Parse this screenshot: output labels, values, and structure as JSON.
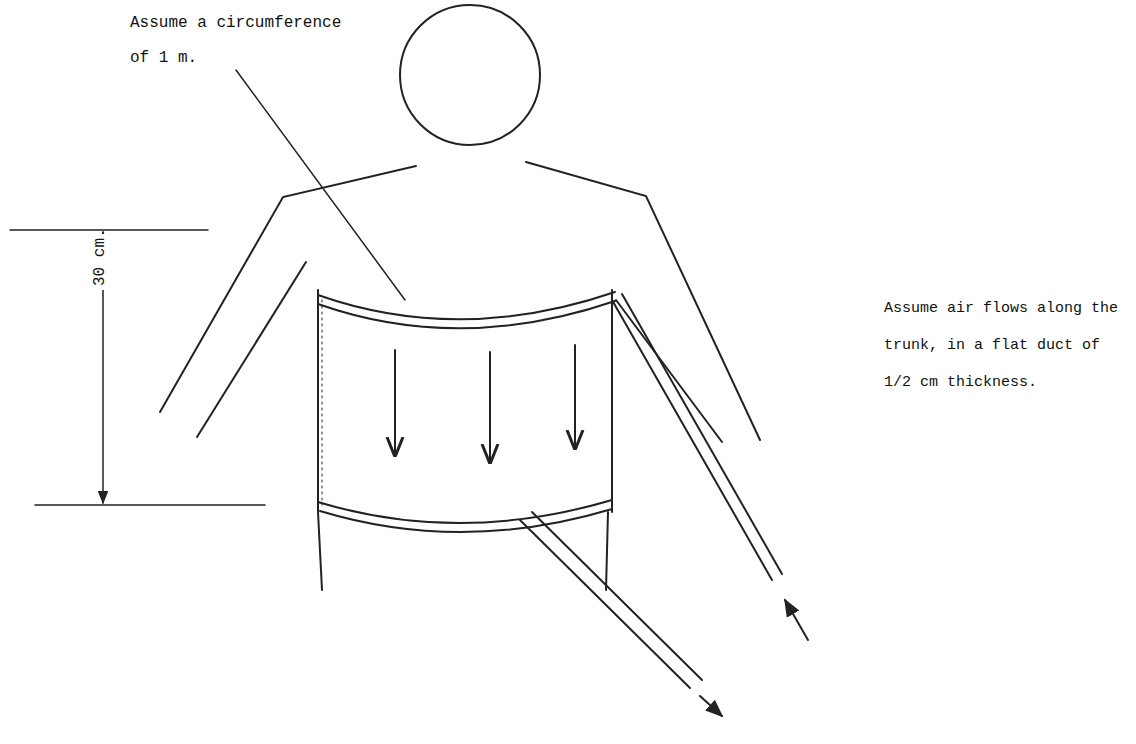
{
  "diagram": {
    "labels": [
      "Assume a circumference of 1 m.",
      "30 cm",
      "Assume air flows along the trunk, in a flat duct of 1/2 cm thickness."
    ]
  }
}
